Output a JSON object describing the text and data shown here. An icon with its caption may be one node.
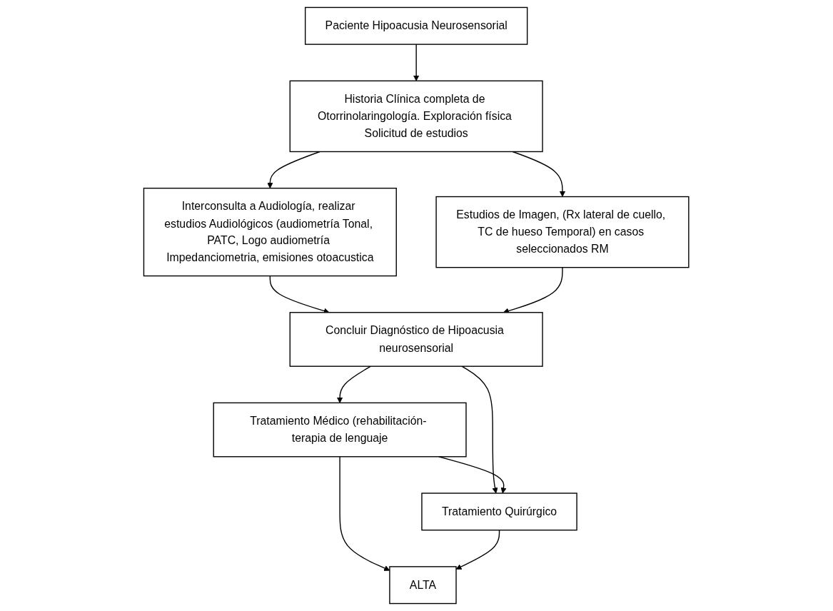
{
  "diagram": {
    "nodes": [
      {
        "text": [
          "Paciente Hipoacusia Neurosensorial"
        ]
      },
      {
        "text": [
          "Historia Clínica completa de Otorrinolaringología. Exploración física Solicitud de estudios"
        ]
      },
      {
        "text": [
          "Interconsulta a Audiología, realizar estudios Audiológicos (audiometría Tonal, PATC, Logo audiometría Impedanciometria, emisiones otoacustica"
        ]
      },
      {
        "text": [
          "Estudios de Imagen, (Rx lateral de cuello, TC de hueso Temporal) en casos seleccionados RM"
        ]
      },
      {
        "text": [
          "Concluir Diagnóstico de Hipoacusia neurosensorial"
        ]
      },
      {
        "text": [
          "Tratamiento Médico (rehabilitación- terapia de lenguaje"
        ]
      },
      {
        "text": [
          "Tratamiento Quirúrgico"
        ]
      },
      {
        "text": [
          "ALTA"
        ]
      }
    ],
    "edges": [
      {
        "from": 0,
        "to": 1,
        "arrow": "to"
      },
      {
        "from": 1,
        "to": 2,
        "arrow": "to"
      },
      {
        "from": 1,
        "to": 3,
        "arrow": "to"
      },
      {
        "from": 2,
        "to": 4,
        "arrow": "to"
      },
      {
        "from": 3,
        "to": 4,
        "arrow": "to"
      },
      {
        "from": 4,
        "to": 5,
        "arrow": "to"
      },
      {
        "from": 4,
        "to": 6,
        "arrow": "to"
      },
      {
        "from": 5,
        "to": 6,
        "arrow": "to"
      },
      {
        "from": 5,
        "to": 7,
        "arrow": "to"
      },
      {
        "from": 6,
        "to": 7,
        "arrow": "to"
      }
    ]
  }
}
